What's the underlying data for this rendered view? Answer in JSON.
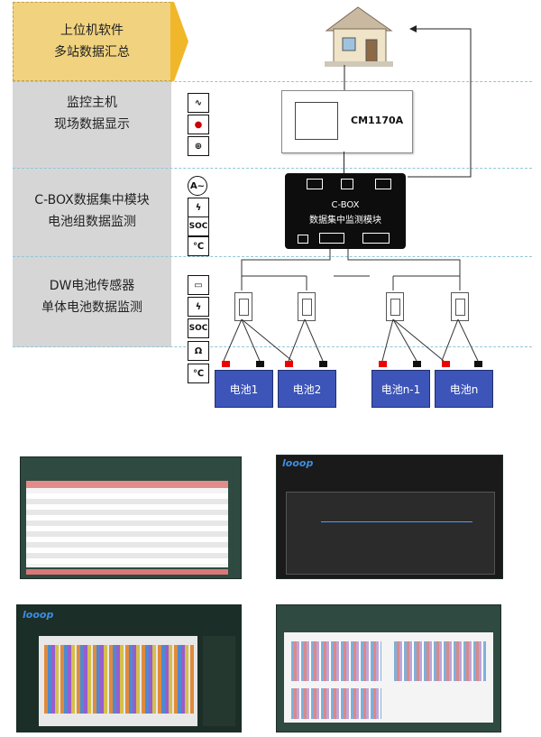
{
  "layers": [
    {
      "line1": "上位机软件",
      "line2": "多站数据汇总"
    },
    {
      "line1": "监控主机",
      "line2": "现场数据显示"
    },
    {
      "line1": "C-BOX数据集中模块",
      "line2": "电池组数据监测"
    },
    {
      "line1": "DW电池传感器",
      "line2": "单体电池数据监测"
    }
  ],
  "monitor": {
    "model": "CM1170A"
  },
  "cbox": {
    "title": "C-BOX",
    "subtitle": "数据集中监测模块"
  },
  "batteries": [
    "电池1",
    "电池2",
    "电池n-1",
    "电池n"
  ],
  "icons": {
    "monitor_layer": [
      "waveform-icon",
      "alarm-light-icon",
      "thermometer-icon"
    ],
    "cbox_layer": [
      "ammeter-icon",
      "lightning-icon",
      "soc-icon",
      "temperature-icon"
    ],
    "sensor_layer": [
      "battery-icon",
      "lightning-icon",
      "soc-icon",
      "ohm-icon",
      "temperature-icon"
    ]
  },
  "icon_text": {
    "ammeter": "A~",
    "soc": "SOC",
    "celsius": "℃",
    "ohm": "Ω"
  },
  "colors": {
    "top_band": "#f1d27e",
    "gray_band": "#d6d6d6",
    "battery_blue": "#3d55b8",
    "separator": "#8fc7d8",
    "arrow_gold": "#f0b72b"
  },
  "screenshots": {
    "logo_text": "looop"
  }
}
